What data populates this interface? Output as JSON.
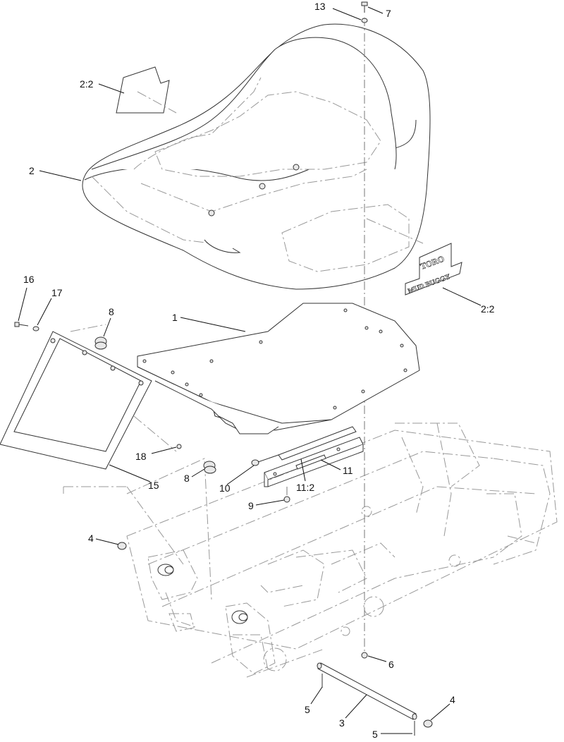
{
  "callouts": {
    "c13": "13",
    "c7": "7",
    "c2_2_top": "2:2",
    "c2": "2",
    "c2_2_right": "2:2",
    "c16": "16",
    "c17": "17",
    "c8_top": "8",
    "c1": "1",
    "c18": "18",
    "c15": "15",
    "c8_mid": "8",
    "c10": "10",
    "c11": "11",
    "c11_2": "11:2",
    "c9": "9",
    "c4_left": "4",
    "c6": "6",
    "c5_left": "5",
    "c3": "3",
    "c4_right": "4",
    "c5_bottom": "5"
  },
  "decal": {
    "brand": "TORO",
    "model": "MUD BUGGY"
  }
}
